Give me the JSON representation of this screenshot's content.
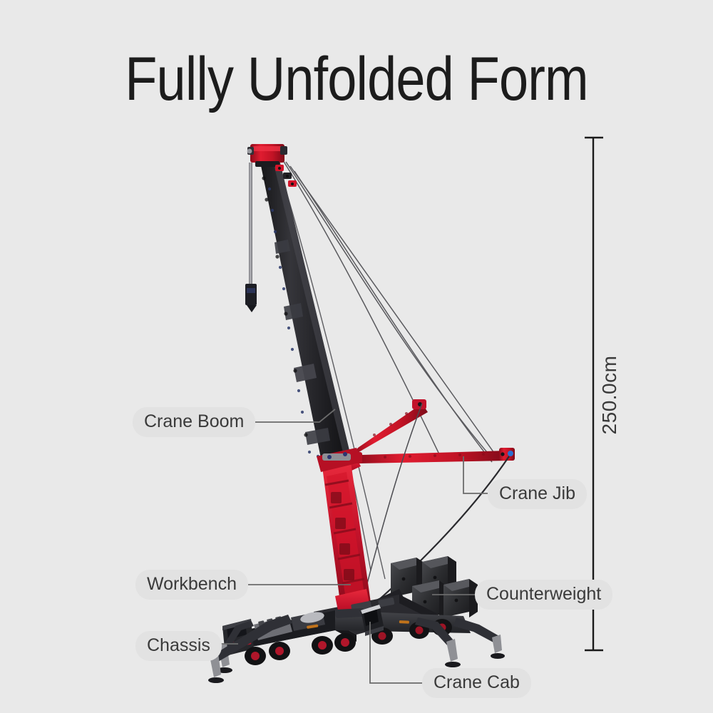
{
  "page": {
    "title": "Fully Unfolded Form",
    "background_color": "#e9e9e9",
    "text_color": "#1c1c1c"
  },
  "dimension": {
    "name": "overall-height",
    "value": "250.0cm",
    "orientation": "vertical",
    "line_color": "#1a1a1a"
  },
  "labels": {
    "pill_background": "#e2e2e2",
    "pill_text_color": "#3a3a3a",
    "leader_color": "#6b6b6b",
    "items": [
      {
        "id": "crane-boom",
        "text": "Crane Boom"
      },
      {
        "id": "crane-jib",
        "text": "Crane Jib"
      },
      {
        "id": "workbench",
        "text": "Workbench"
      },
      {
        "id": "counterweight",
        "text": "Counterweight"
      },
      {
        "id": "chassis",
        "text": "Chassis"
      },
      {
        "id": "crane-cab",
        "text": "Crane Cab"
      }
    ]
  },
  "model": {
    "subject": "mobile-crane-brick-model",
    "colors": {
      "boom_dark": "#232326",
      "boom_dark_2": "#303033",
      "red": "#d3142a",
      "red_dark": "#a60f20",
      "red_bright": "#e8202f",
      "gray_metal": "#8d8d92",
      "cable": "#555558",
      "counterweight": "#2e2f31",
      "counterweight_light": "#46474a",
      "chassis": "#26262a",
      "chassis_light": "#3d3d42",
      "wheel_hub": "#b0162a",
      "accent_blue": "#2d3f86",
      "accent_orange": "#d07a18"
    }
  }
}
